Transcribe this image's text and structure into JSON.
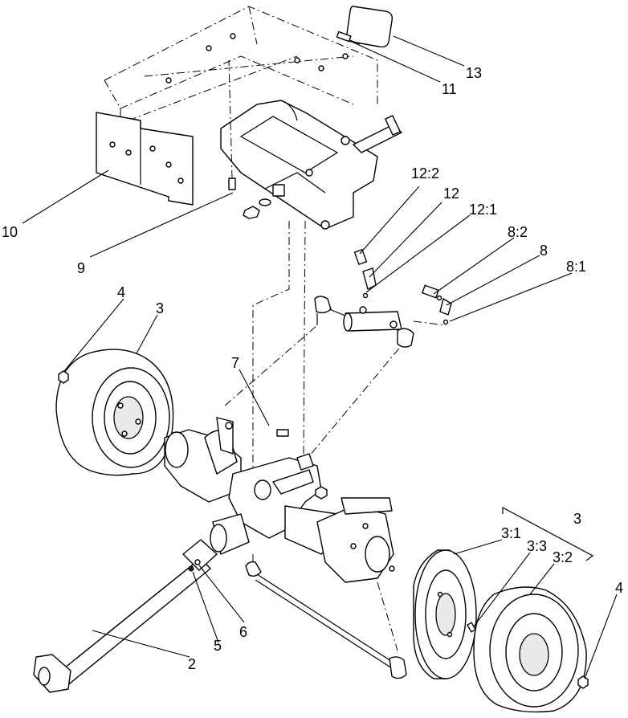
{
  "diagram": {
    "callouts": {
      "c2": "2",
      "c3_main": "3",
      "c3_assembly": "3",
      "c3_1": "3:1",
      "c3_2": "3:2",
      "c3_3": "3:3",
      "c4_left": "4",
      "c4_right": "4",
      "c5": "5",
      "c6": "6",
      "c7": "7",
      "c8": "8",
      "c8_1": "8:1",
      "c8_2": "8:2",
      "c9": "9",
      "c10": "10",
      "c11": "11",
      "c12": "12",
      "c12_1": "12:1",
      "c12_2": "12:2",
      "c13": "13"
    }
  }
}
